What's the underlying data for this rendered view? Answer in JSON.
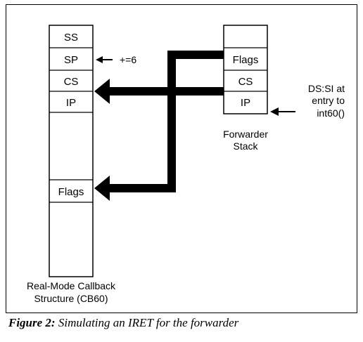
{
  "figure": {
    "caption_label": "Figure 2:",
    "caption_text": "Simulating an IRET for the forwarder"
  },
  "callback_structure": {
    "cells": [
      "SS",
      "SP",
      "CS",
      "IP",
      "Flags"
    ],
    "label_line1": "Real-Mode Callback",
    "label_line2": "Structure (CB60)",
    "sp_note": "+=6"
  },
  "forwarder_stack": {
    "cells": [
      "Flags",
      "CS",
      "IP"
    ],
    "label_line1": "Forwarder",
    "label_line2": "Stack"
  },
  "pointer_note": {
    "line1": "DS:SI at",
    "line2": "entry to",
    "line3": "int60()"
  }
}
